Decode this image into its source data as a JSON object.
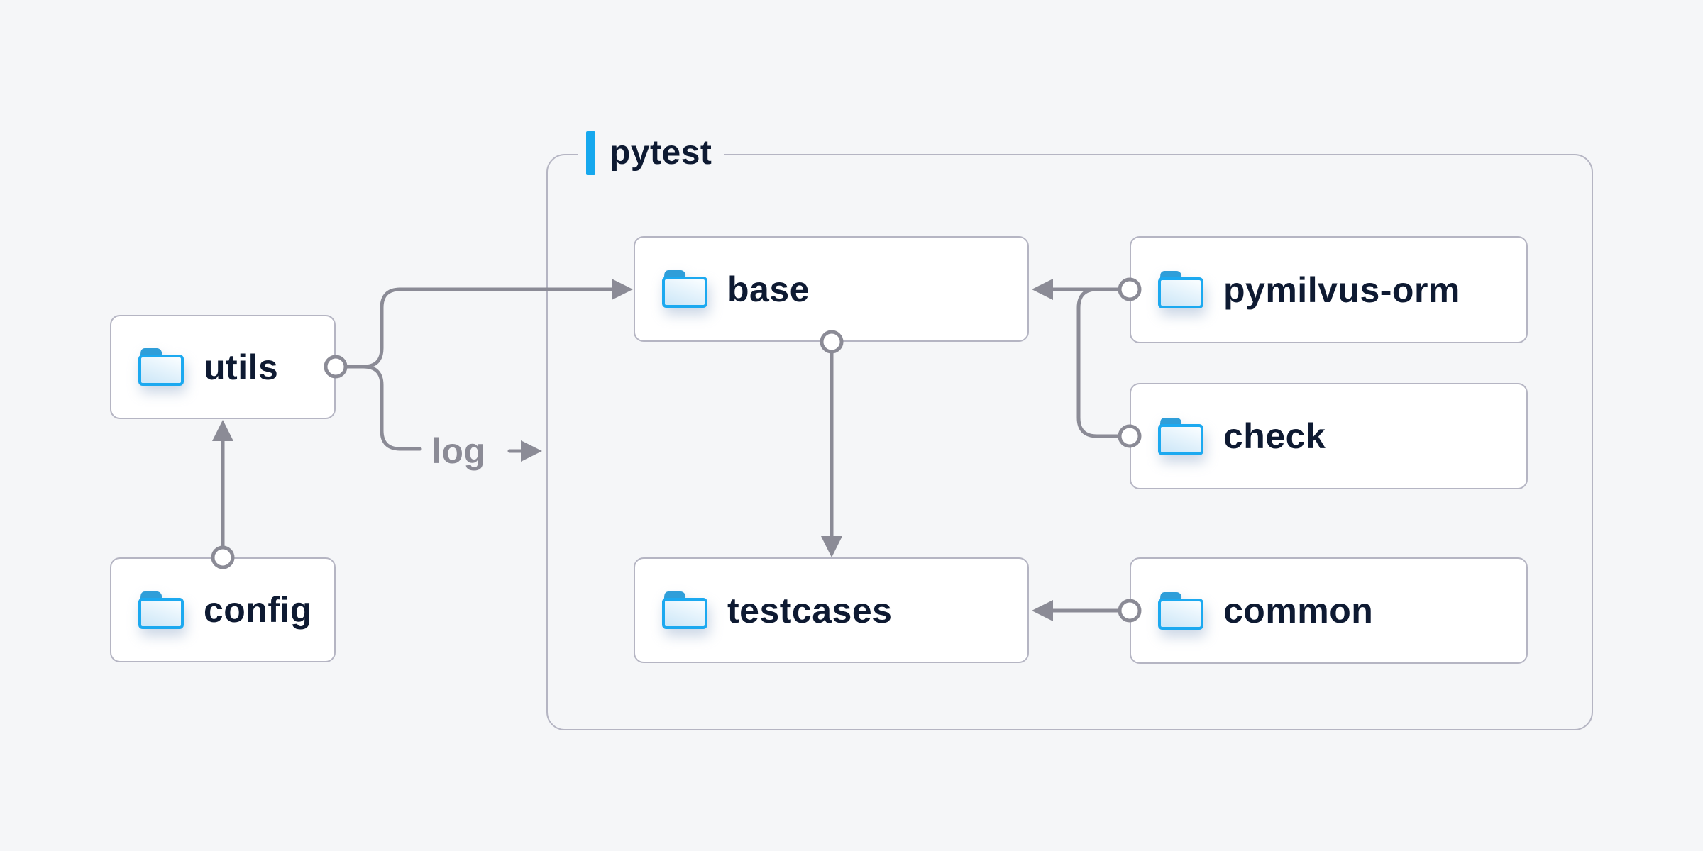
{
  "diagram": {
    "group": {
      "label": "pytest"
    },
    "edge_label": "log",
    "nodes": [
      {
        "id": "utils",
        "label": "utils",
        "icon": "folder-icon"
      },
      {
        "id": "config",
        "label": "config",
        "icon": "folder-icon"
      },
      {
        "id": "base",
        "label": "base",
        "icon": "folder-icon"
      },
      {
        "id": "testcases",
        "label": "testcases",
        "icon": "folder-icon"
      },
      {
        "id": "pymilvus-orm",
        "label": "pymilvus-orm",
        "icon": "folder-icon"
      },
      {
        "id": "check",
        "label": "check",
        "icon": "folder-icon"
      },
      {
        "id": "common",
        "label": "common",
        "icon": "folder-icon"
      }
    ],
    "edges": [
      {
        "from": "utils",
        "to": "base",
        "style": "arrow"
      },
      {
        "from": "utils",
        "to": "log",
        "style": "labeled-arrow"
      },
      {
        "from": "config",
        "to": "utils",
        "style": "arrow"
      },
      {
        "from": "base",
        "to": "testcases",
        "style": "arrow"
      },
      {
        "from": "pymilvus-orm",
        "to": "base",
        "style": "arrow"
      },
      {
        "from": "check",
        "to": "base",
        "style": "arrow"
      },
      {
        "from": "common",
        "to": "testcases",
        "style": "arrow"
      }
    ],
    "colors": {
      "background": "#f5f6f8",
      "node_fill": "#ffffff",
      "node_border": "#b5b5c3",
      "group_border": "#b5b5c3",
      "connector": "#8b8b96",
      "label_text": "#0e1a32",
      "muted_text": "#8b8b96",
      "accent_blue": "#16a8ee",
      "folder_border": "#1ca9f0",
      "folder_tab": "#2f9ed9"
    }
  }
}
